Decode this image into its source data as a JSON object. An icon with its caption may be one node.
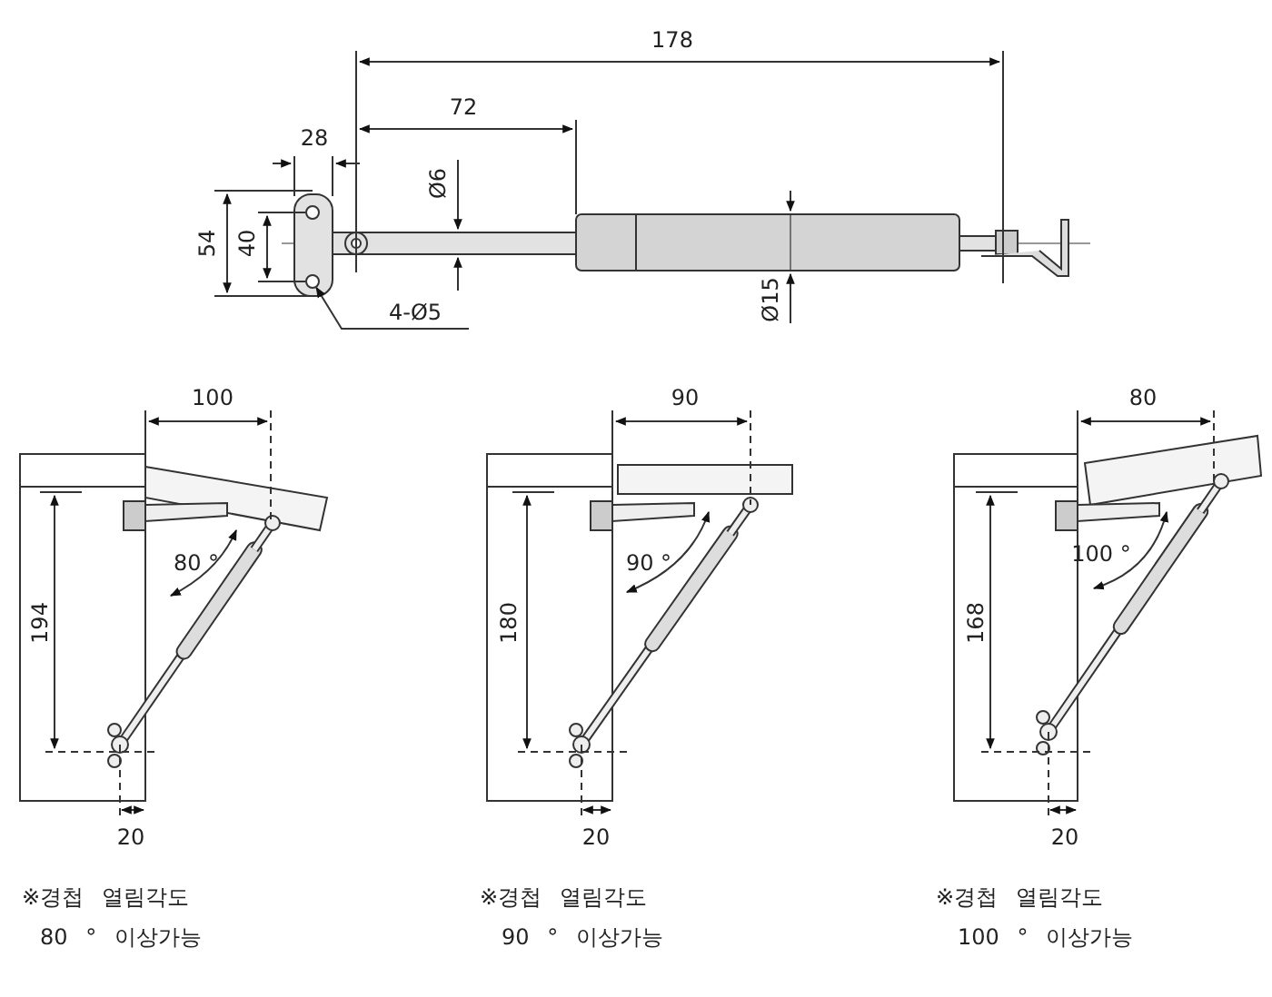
{
  "diagram": {
    "nodes": [
      {
        "text": [
          "4-Ø5"
        ]
      },
      {
        "text": [],
        "shape": "circle"
      }
    ],
    "edges": [
      {
        "from": 0,
        "to": 1,
        "arrow": "to"
      }
    ],
    "labels": [
      "178",
      "72",
      "28",
      "Ø6",
      "54",
      "40",
      "Ø15",
      "100",
      "90",
      "80",
      "80 °",
      "90 °",
      "100 °",
      "194",
      "180",
      "168",
      "20",
      "20",
      "20",
      "※경첩 열림각도",
      "80 ° 이상가능",
      "※경첩 열림각도",
      "90 ° 이상가능",
      "※경첩 열림각도",
      "100 ° 이상가능"
    ]
  }
}
